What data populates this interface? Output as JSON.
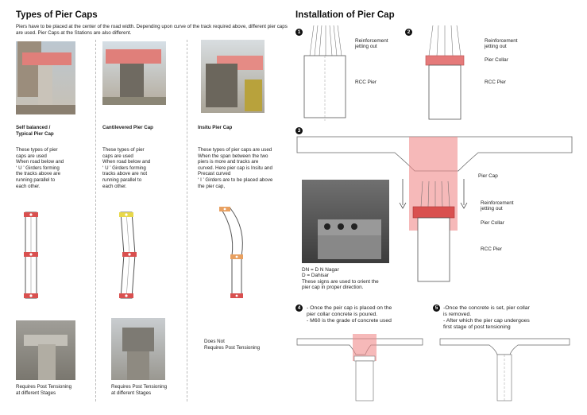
{
  "left": {
    "title": "Types of Pier Caps",
    "intro": "Piers have to be  placed at the center of the road width. Depending upon curve of the track required above, different pier caps are used. Pier Caps at the Stations are also different.",
    "types": [
      {
        "title_line1": "Self balanced /",
        "title_line2": "Typical Pier Cap",
        "desc": [
          "These types of pier",
          "caps are used",
          "When road below and",
          "‘ U ’ Girders forming",
          "the tracks above are",
          "running parallel to",
          "each other."
        ],
        "note_line1": "Requires Post Tensioning",
        "note_line2": "at different Stages"
      },
      {
        "title_line1": "Cantilevered Pier Cap",
        "title_line2": "",
        "desc": [
          "These types of pier",
          "caps are used",
          "When road below and",
          "‘ U ’ Girders forming",
          "tracks above are not",
          "running parallel to",
          "each other."
        ],
        "note_line1": "Requires Post Tensioning",
        "note_line2": "at different Stages"
      },
      {
        "title_line1": "Insitu Pier Cap",
        "title_line2": "",
        "desc": [
          "These types of pier caps are used",
          "When the span between the two",
          "piers is more and tracks are",
          "curved. Here pier cap is Insitu and",
          "Precast curved",
          "‘ I ’ Girders are to be placed above",
          "the pier cap,"
        ],
        "note_line1": "Does Not",
        "note_line2": "Requires Post Tensioning"
      }
    ]
  },
  "right": {
    "title": "Installation of Pier Cap",
    "step_numbers": [
      "1",
      "2",
      "3",
      "4",
      "5"
    ],
    "labels": {
      "reinf_1": "Reinforcement",
      "reinf_2": "jetting out",
      "rcc_pier": "RCC Pier",
      "pier_collar": "Pier Collar",
      "pier_cap": "Pier Cap"
    },
    "dn_note": [
      "DN = D N Nagar",
      "D     = Dahisar",
      "These signs are used to orient the",
      "pier cap in proper direction."
    ],
    "step4": [
      "- Once the peir cap is placed on the",
      "pier collar concrete is poured.",
      "- M60 is the grade of concrete used"
    ],
    "step5": [
      "-Once the concrete is set, pier collar",
      "is removed.",
      "- After which the pier cap undergoes",
      "first stage of post tensioning"
    ]
  },
  "colors": {
    "highlight": "#f08a8a",
    "pier_red": "#d9504f",
    "pier_yellow": "#e8d84a",
    "pier_orange": "#e8a060"
  }
}
